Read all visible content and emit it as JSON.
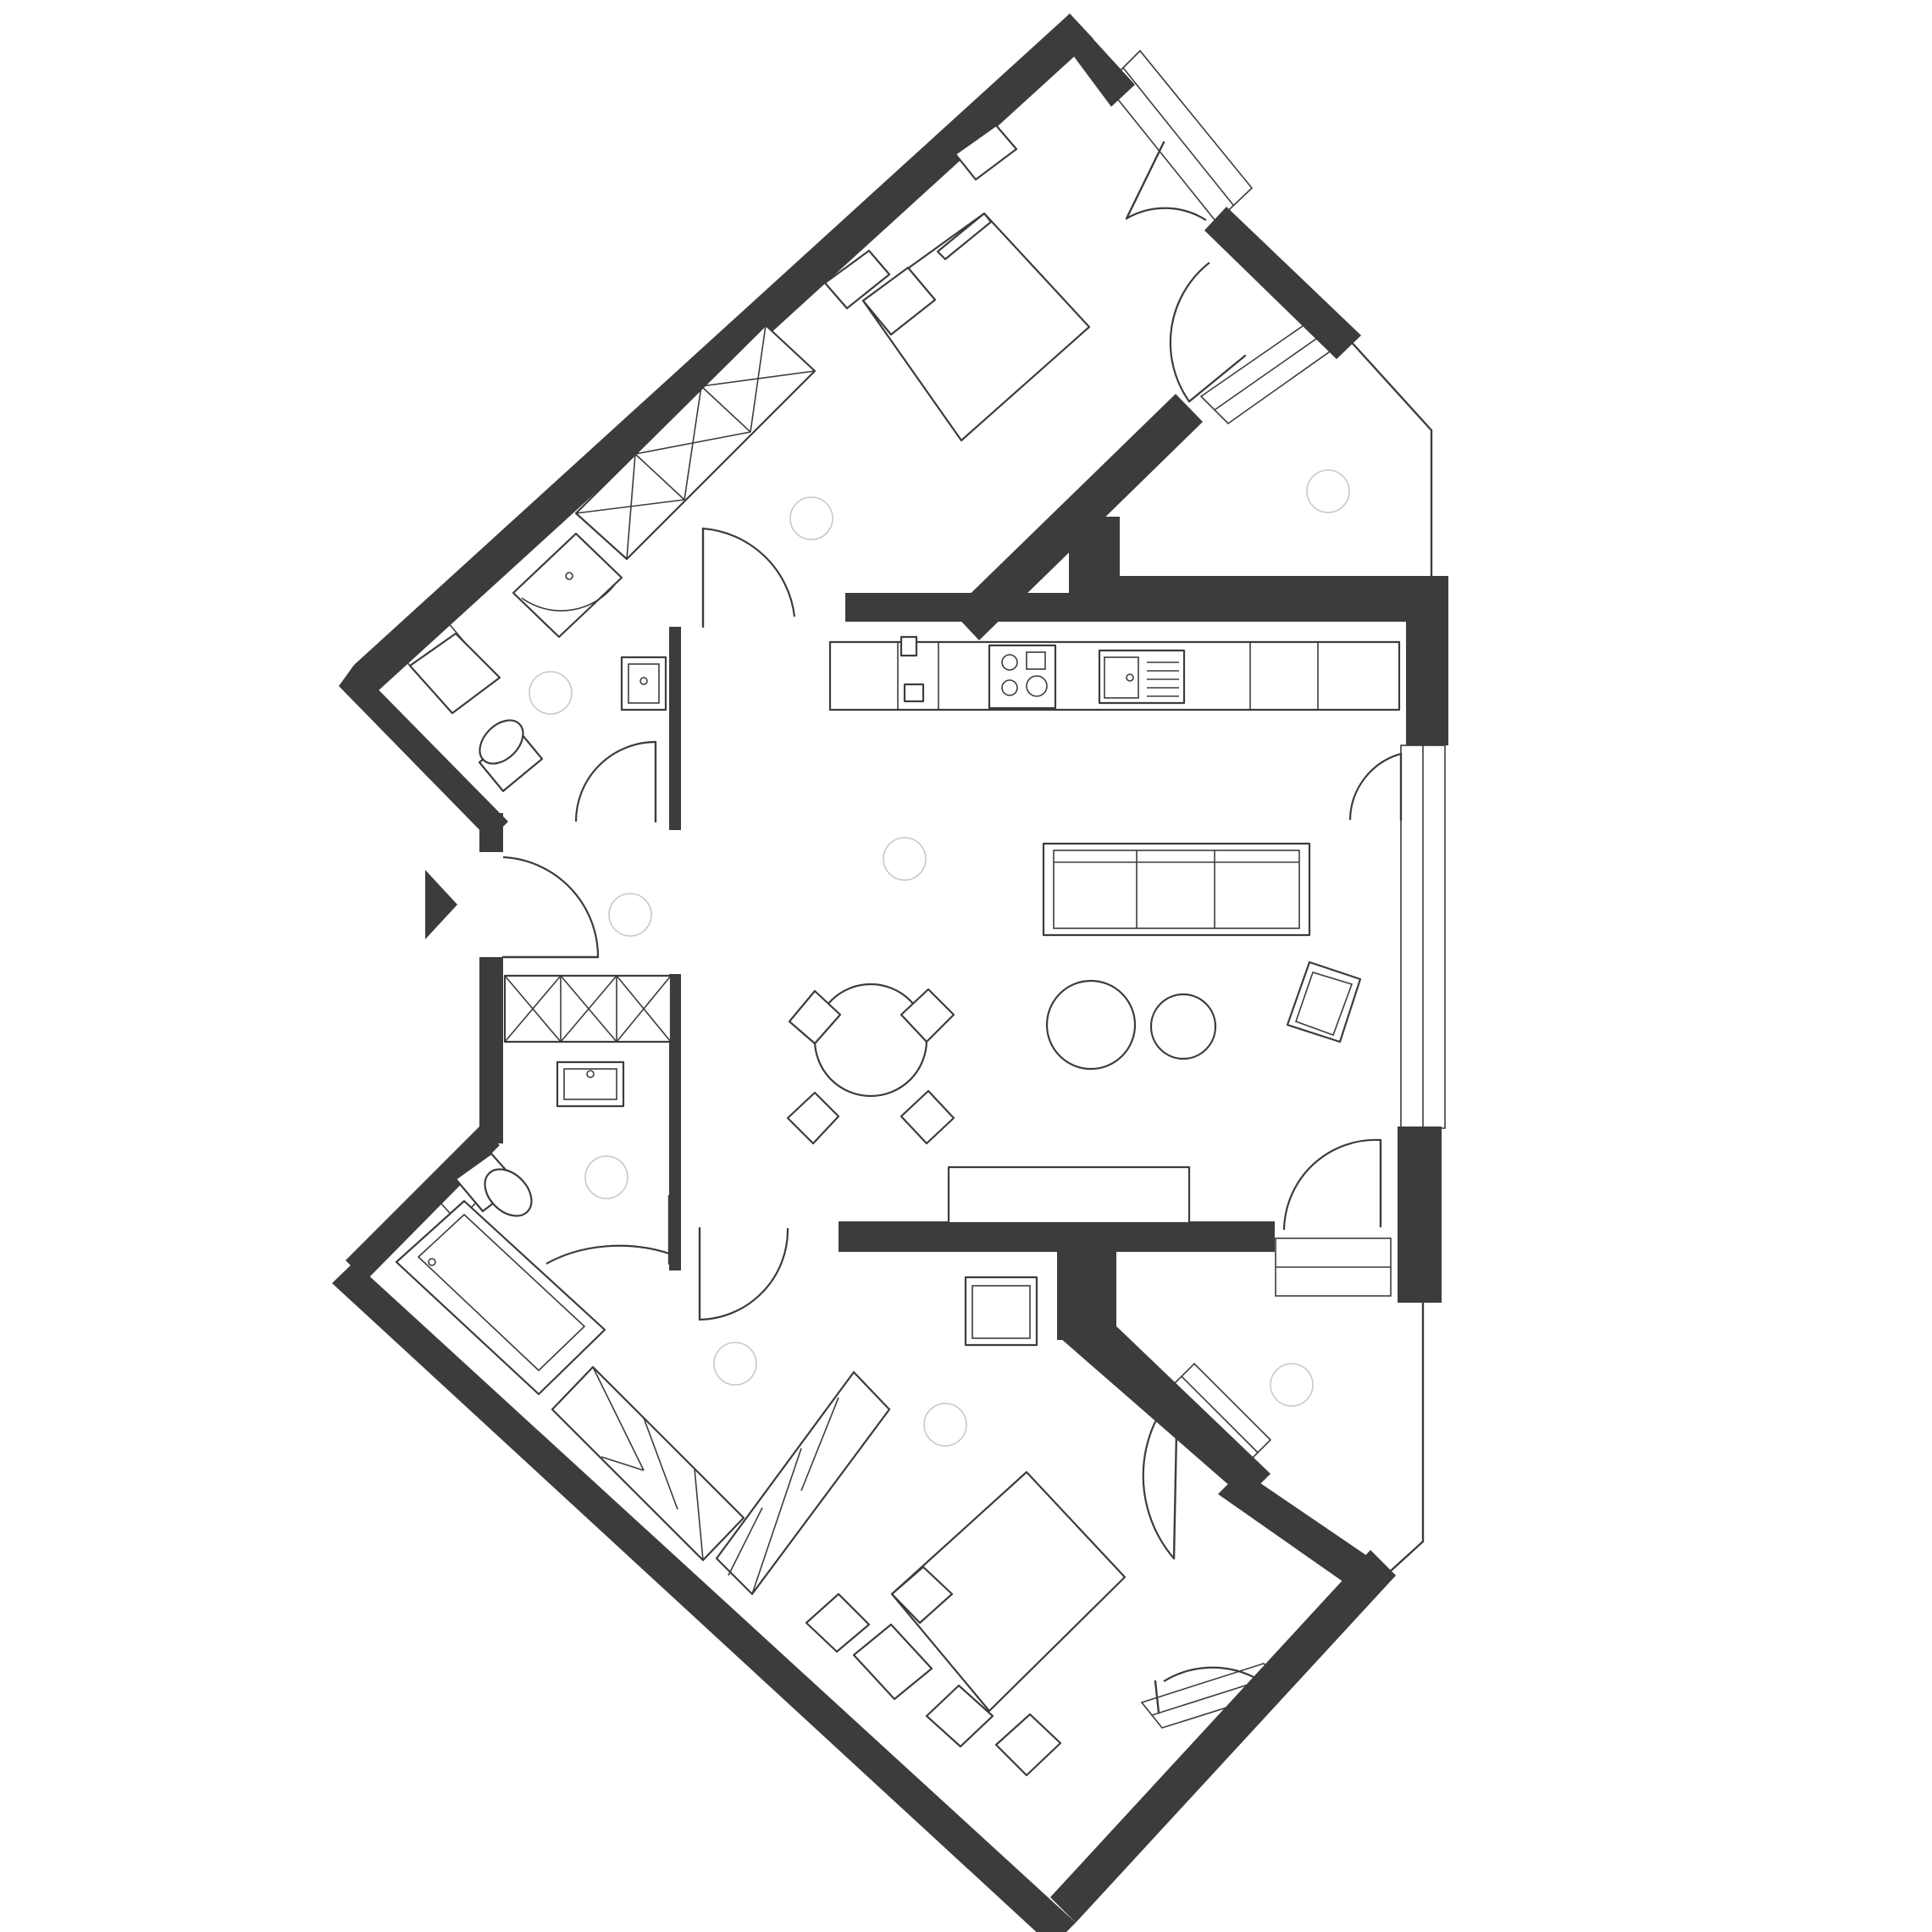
{
  "plan": {
    "colors": {
      "wall": "#3c3c3c",
      "line": "#3c3c3c",
      "light_fixture": "#c8c8c8",
      "background": "#ffffff"
    },
    "entrance_marker": {
      "icon": "entrance-triangle-icon"
    },
    "rooms": [
      {
        "id": "bedroom-1",
        "icon": "double-bed-icon"
      },
      {
        "id": "bedroom-2",
        "icon": "double-bed-icon"
      },
      {
        "id": "shower-room",
        "icon": "corner-shower-icon"
      },
      {
        "id": "bathroom",
        "icon": "bathtub-icon"
      },
      {
        "id": "kitchen-living-dining",
        "icon": "sofa-icon"
      },
      {
        "id": "hallway",
        "icon": "wardrobe-icon"
      },
      {
        "id": "balcony-1",
        "icon": "balcony-icon"
      },
      {
        "id": "balcony-2",
        "icon": "balcony-icon"
      }
    ]
  }
}
